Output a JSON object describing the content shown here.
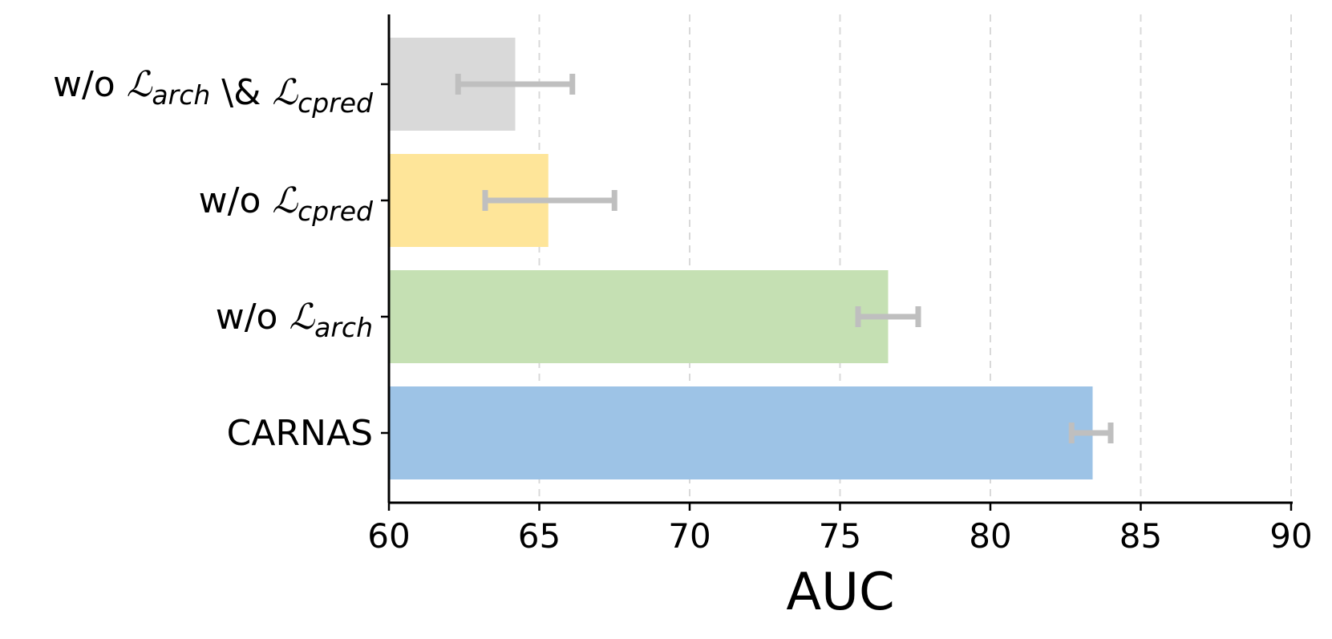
{
  "chart_data": {
    "type": "bar",
    "orientation": "horizontal",
    "title": "",
    "xlabel": "AUC",
    "ylabel": "",
    "xlim": [
      60,
      90
    ],
    "x_ticks": [
      60,
      65,
      70,
      75,
      80,
      85,
      90
    ],
    "x_tick_labels": [
      "60",
      "65",
      "70",
      "75",
      "80",
      "85",
      "90"
    ],
    "grid": "x dashed",
    "categories": [
      "w/o ℒarch \\& ℒcpred",
      "w/o ℒcpred",
      "w/o ℒarch",
      "CARNAS"
    ],
    "category_labels": [
      {
        "prefix": "w/o ",
        "parts": [
          {
            "sym": "ℒ",
            "sub": "arch"
          },
          {
            "text": " \\& "
          },
          {
            "sym": "ℒ",
            "sub": "cpred"
          }
        ]
      },
      {
        "prefix": "w/o ",
        "parts": [
          {
            "sym": "ℒ",
            "sub": "cpred"
          }
        ]
      },
      {
        "prefix": "w/o ",
        "parts": [
          {
            "sym": "ℒ",
            "sub": "arch"
          }
        ]
      },
      {
        "prefix": "CARNAS",
        "parts": []
      }
    ],
    "values": [
      64.2,
      65.3,
      76.6,
      83.4
    ],
    "error_low": [
      62.3,
      63.2,
      75.6,
      82.7
    ],
    "error_high": [
      66.1,
      67.5,
      77.6,
      84.0
    ],
    "colors": [
      "#d9d9d9",
      "#fee599",
      "#c5e0b3",
      "#9dc3e6"
    ],
    "error_color": "#bfbfbf",
    "grid_color": "#d9d9d9"
  }
}
